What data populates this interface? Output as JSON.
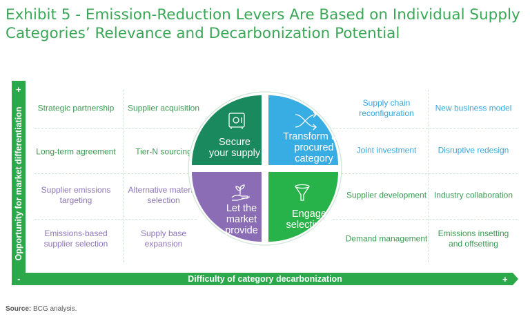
{
  "title": "Exhibit 5 - Emission-Reduction Levers Are Based on Individual Supply Categories’ Relevance and Decarbonization Potential",
  "axes": {
    "y_label": "Opportunity for market differentiation",
    "y_plus": "+",
    "y_minus": "-",
    "x_label": "Difficulty of category decarbonization",
    "x_plus": "+"
  },
  "quadrants": {
    "top_left": {
      "label": "Secure your supply",
      "color": "#1a8a5e",
      "icon": "safe-icon"
    },
    "top_right": {
      "label": "Transform the procured category",
      "color": "#38ade4",
      "icon": "shuffle-arrows-icon"
    },
    "bottom_left": {
      "label": "Let the market provide",
      "color": "#8a6db5",
      "icon": "hand-plant-icon"
    },
    "bottom_right": {
      "label": "Engage selectively",
      "color": "#27b24a",
      "icon": "funnel-icon"
    }
  },
  "levers": {
    "r1c1": "Strategic partnership",
    "r1c2": "Supplier acquisition",
    "r1c3": "Supply chain reconfiguration",
    "r1c4": "New business model",
    "r2c1": "Long-term agreement",
    "r2c2": "Tier-N sourcing",
    "r2c3": "Joint investment",
    "r2c4": "Disruptive redesign",
    "r3c1": "Supplier emissions targeting",
    "r3c2": "Alternative material selection",
    "r3c3": "Supplier development",
    "r3c4": "Industry collaboration",
    "r4c1": "Emissions-based supplier selection",
    "r4c2": "Supply base expansion",
    "r4c3": "Demand management",
    "r4c4": "Emissions insetting and offsetting"
  },
  "source": {
    "label": "Source:",
    "text": " BCG analysis."
  }
}
